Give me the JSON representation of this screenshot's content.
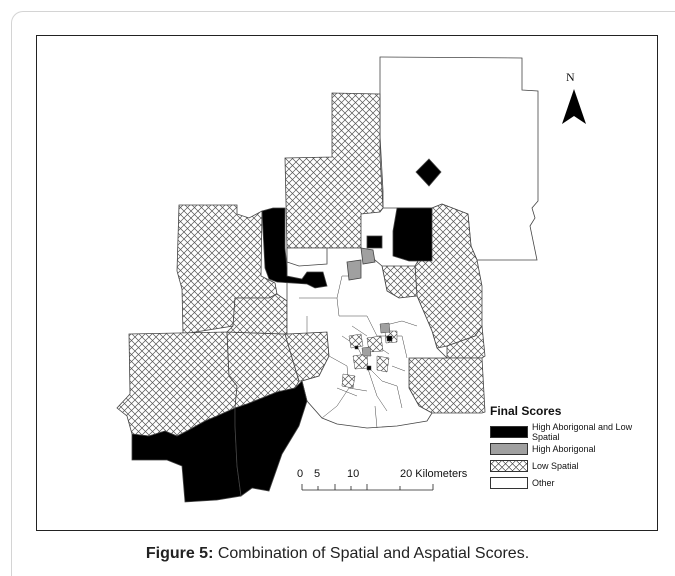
{
  "map": {
    "north_label": "N",
    "scale": {
      "ticks": [
        "0",
        "5",
        "10",
        "20 Kilometers"
      ]
    },
    "legend": {
      "title": "Final Scores",
      "items": [
        {
          "label": "High Aborigonal and Low Spatial",
          "swatch": "solid",
          "color": "#000000"
        },
        {
          "label": "High Aborigonal",
          "swatch": "solid",
          "color": "#a0a0a0"
        },
        {
          "label": "Low Spatial",
          "swatch": "crosshatch",
          "color": "#ffffff"
        },
        {
          "label": "Other",
          "swatch": "solid",
          "color": "#ffffff"
        }
      ]
    },
    "colors": {
      "high_aboriginal_low_spatial": "#000000",
      "high_aboriginal": "#a0a0a0",
      "low_spatial_hatch": "#555555",
      "other": "#ffffff",
      "boundary": "#444444"
    }
  },
  "caption": {
    "label": "Figure 5:",
    "text": " Combination of Spatial and Aspatial Scores."
  }
}
